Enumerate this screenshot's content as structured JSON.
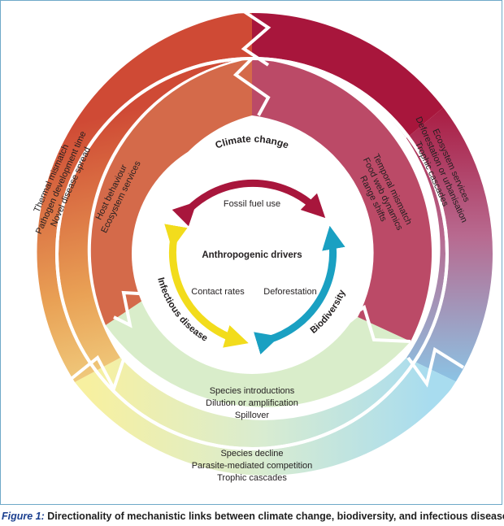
{
  "diagram": {
    "center_title": "Anthropogenic drivers",
    "inner_labels": {
      "top": "Fossil fuel use",
      "left": "Contact rates",
      "right": "Deforestation"
    },
    "arrow_labels": {
      "climate": "Climate change",
      "infectious": "Infectious disease",
      "biodiversity": "Biodiversity"
    },
    "middle_ring": {
      "left": [
        "Host behaviour",
        "Ecosystem services"
      ],
      "right": [
        "Temporal mismatch",
        "Food web dynamics",
        "Range shifts"
      ],
      "bottom": [
        "Species introductions",
        "Dilution or amplification",
        "Spillover"
      ]
    },
    "outer_ring": {
      "left": [
        "Thermal mismatch",
        "Pathogen development time",
        "Novel disease spread"
      ],
      "right": [
        "Ecosystem services",
        "Deforestation or urbanisation",
        "Trophic cascades"
      ],
      "bottom": [
        "Species decline",
        "Parasite-mediated competition",
        "Trophic cascades"
      ]
    },
    "colors": {
      "climate": "#a8163c",
      "infectious": "#f2dc1c",
      "biodiversity": "#1aa0c2",
      "warm_mid": "#d4503a",
      "cool_light": "#82cfee",
      "yellow_light": "#f3ef9a"
    }
  },
  "caption": {
    "figure_label": "Figure 1:",
    "text": "Directionality of mechanistic links between climate change, biodiversity, and infectious disease"
  }
}
